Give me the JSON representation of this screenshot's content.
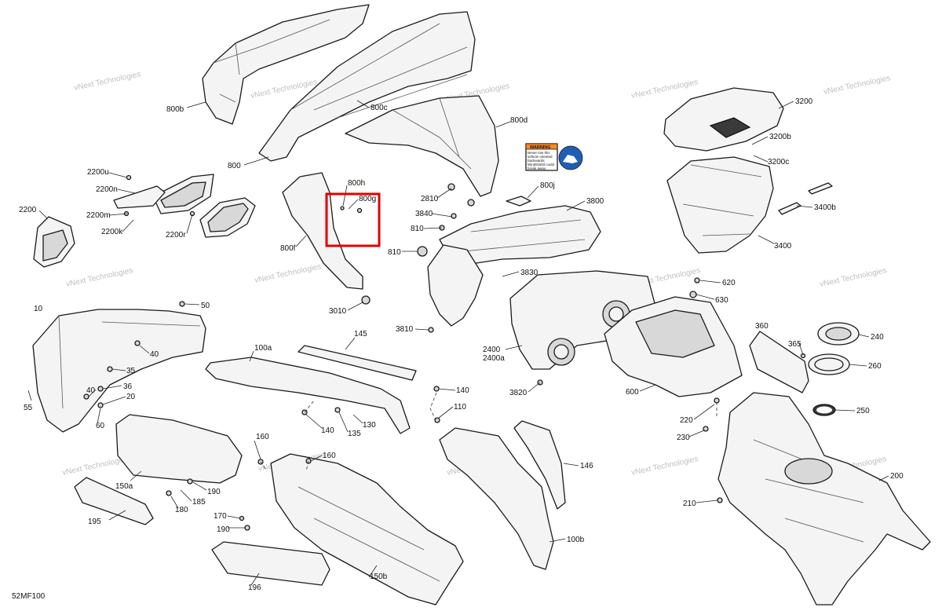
{
  "figure_id": "52MF100",
  "watermark_text": "vNext Technologies",
  "highlight_color": "#e00000",
  "warning_label": {
    "heading": "WARNING",
    "lines": [
      "Never tow this",
      "vehicle oriented",
      "backwards.",
      "Windshield could",
      "break away."
    ]
  },
  "callouts": [
    "800b",
    "800c",
    "800d",
    "800",
    "800h",
    "800g",
    "800f",
    "800j",
    "2200u",
    "2200n",
    "2200m",
    "2200k",
    "2200r",
    "2200",
    "2810",
    "3840",
    "810",
    "810",
    "3800",
    "3830",
    "3810",
    "3010",
    "3200",
    "3200b",
    "3200c",
    "3400b",
    "3400",
    "620",
    "630",
    "2400",
    "2400a",
    "3820",
    "600",
    "360",
    "365",
    "240",
    "260",
    "250",
    "220",
    "230",
    "210",
    "200",
    "50",
    "10",
    "40",
    "35",
    "36",
    "40",
    "20",
    "55",
    "60",
    "145",
    "100a",
    "140",
    "140",
    "135",
    "130",
    "110",
    "160",
    "160",
    "150a",
    "195",
    "190",
    "185",
    "180",
    "170",
    "190",
    "196",
    "146",
    "100b",
    "150b"
  ]
}
